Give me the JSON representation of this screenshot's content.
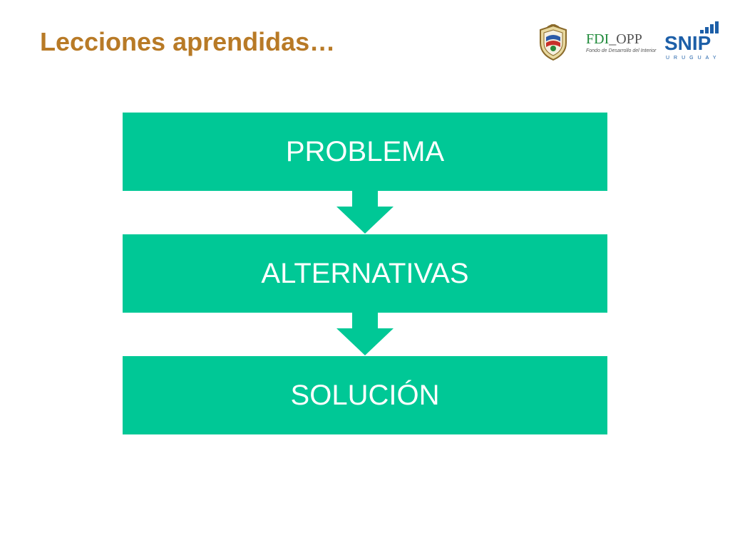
{
  "slide": {
    "title": "Lecciones aprendidas…"
  },
  "logos": {
    "crest": "coat-of-arms",
    "fdi": {
      "part1": "FDI",
      "separator": "_",
      "part2": "OPP",
      "subtitle": "Fondo de Desarrollo del Interior"
    },
    "snip": {
      "name": "SNIP",
      "country": "URUGUAY"
    }
  },
  "flow": {
    "steps": [
      {
        "label": "PROBLEMA"
      },
      {
        "label": "ALTERNATIVAS"
      },
      {
        "label": "SOLUCIÓN"
      }
    ],
    "box_color": "#00c896",
    "text_color": "#ffffff"
  },
  "colors": {
    "title": "#b87a26",
    "snip_blue": "#1d5fa8",
    "fdi_green": "#1f8a3a"
  }
}
